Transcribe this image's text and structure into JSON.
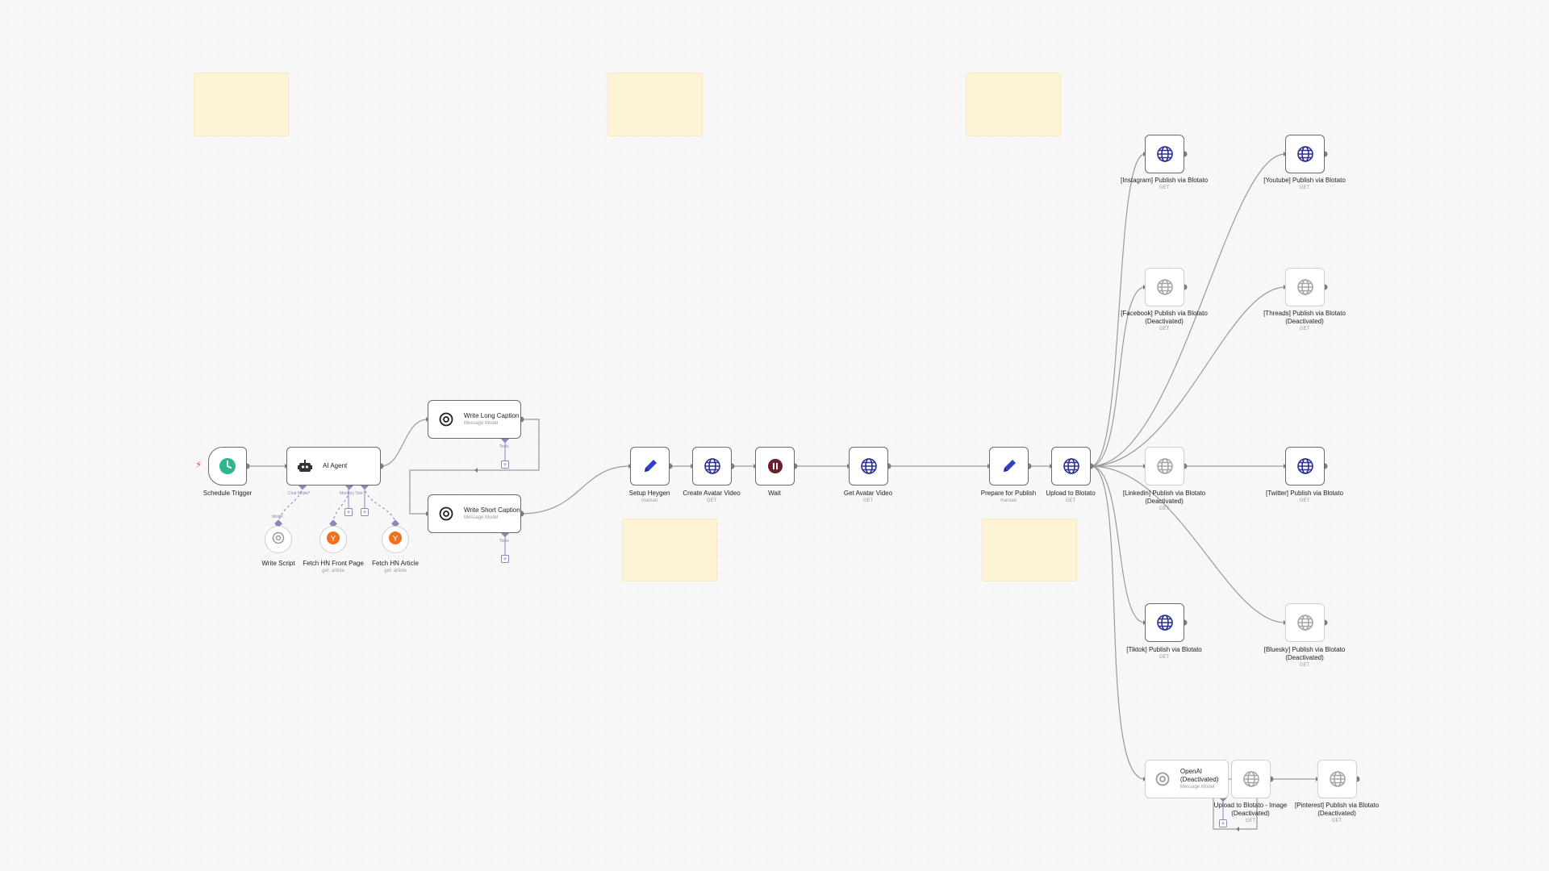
{
  "nodes": {
    "schedule_trigger": {
      "title": "Schedule Trigger"
    },
    "ai_agent": {
      "title": "AI Agent"
    },
    "write_script": {
      "title": "Write Script"
    },
    "fetch_hn_front_page": {
      "title": "Fetch HN Front Page",
      "subtitle": "get: article"
    },
    "fetch_hn_article": {
      "title": "Fetch HN Article",
      "subtitle": "get: article"
    },
    "write_long_caption": {
      "title": "Write Long Caption",
      "subtitle": "Message Model"
    },
    "write_short_caption": {
      "title": "Write Short Caption",
      "subtitle": "Message Model"
    },
    "setup_heygen": {
      "title": "Setup Heygen",
      "subtitle": "manual"
    },
    "create_avatar_video": {
      "title": "Create Avatar Video",
      "subtitle": "GET"
    },
    "wait": {
      "title": "Wait"
    },
    "get_avatar_video": {
      "title": "Get Avatar Video",
      "subtitle": "GET"
    },
    "prepare_for_publish": {
      "title": "Prepare for Publish",
      "subtitle": "manual"
    },
    "upload_to_blotato": {
      "title": "Upload to Blotato",
      "subtitle": "GET"
    },
    "instagram": {
      "title": "[Instagram] Publish via Blotato",
      "subtitle": "GET"
    },
    "youtube": {
      "title": "[Youtube] Publish via Blotato",
      "subtitle": "GET"
    },
    "facebook": {
      "title": "[Facebook] Publish via Blotato (Deactivated)",
      "subtitle": "GET"
    },
    "threads": {
      "title": "[Threads] Publish via Blotato (Deactivated)",
      "subtitle": "GET"
    },
    "linkedin": {
      "title": "[Linkedin] Publish via Blotato (Deactivated)",
      "subtitle": "GET"
    },
    "twitter": {
      "title": "[Twitter] Publish via Blotato",
      "subtitle": "GET"
    },
    "tiktok": {
      "title": "[Tiktok] Publish via Blotato",
      "subtitle": "GET"
    },
    "bluesky": {
      "title": "[Bluesky] Publish via Blotato (Deactivated)",
      "subtitle": "GET"
    },
    "openai": {
      "title": "OpenAI (Deactivated)",
      "subtitle": "Message Model"
    },
    "upload_image": {
      "title": "Upload to Blotato - Image (Deactivated)",
      "subtitle": "GET"
    },
    "pinterest": {
      "title": "[Pinterest] Publish via Blotato (Deactivated)",
      "subtitle": "GET"
    }
  },
  "connector_labels": {
    "chat_model": "Chat Model*",
    "memory_tool": "Memory Tool",
    "model": "Model",
    "tools": "Tools"
  },
  "colors": {
    "edge": "#9a9a9a",
    "sub_edge": "#8a86b6",
    "sticky": "#fff3d6",
    "globe_active": "#2b2f8f",
    "globe_inactive": "#a6a6a6",
    "pencil": "#3140c4",
    "wait": "#6e1d2c",
    "trigger": "#2fb58f",
    "hn": "#f0701f"
  }
}
